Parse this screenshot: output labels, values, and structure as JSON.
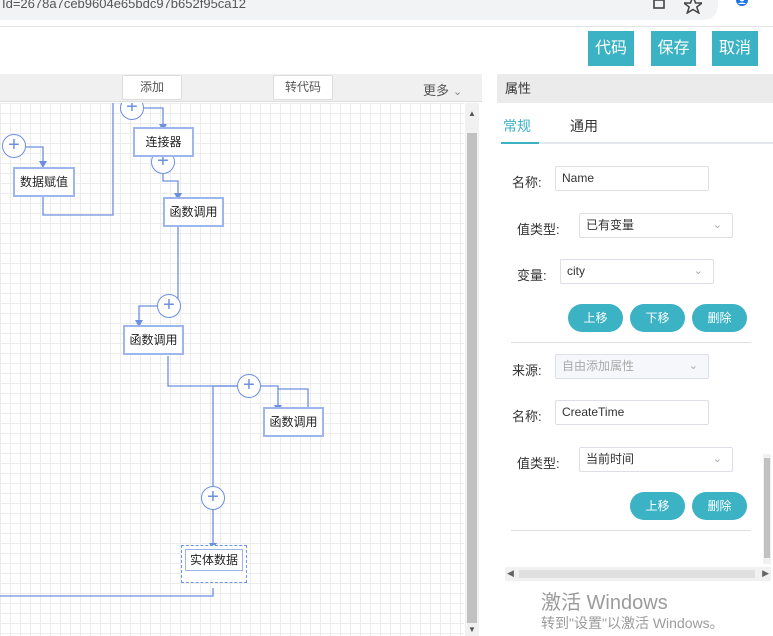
{
  "browser": {
    "url_fragment": "Id=2678a7ceb9604e65bdc97b652f95ca12",
    "icons": [
      "bookmark-icon",
      "star-icon",
      "profile-icon"
    ]
  },
  "top_buttons": {
    "code": "代码",
    "save": "保存",
    "cancel": "取消",
    "accent_color": "#3cb2c5"
  },
  "canvas": {
    "toolbar": {
      "add": "添加",
      "to_code": "转代码",
      "more": "更多"
    },
    "nodes": {
      "assign": "数据赋值",
      "connector": "连接器",
      "func1": "函数调用",
      "func2": "函数调用",
      "func3": "函数调用",
      "entity": "实体数据"
    },
    "plus_symbol": "+"
  },
  "panel": {
    "title": "属性",
    "tabs": [
      "常规",
      "通用"
    ],
    "section1": {
      "name_label": "名称:",
      "name_value": "Name",
      "value_type_label": "值类型:",
      "value_type_value": "已有变量",
      "variable_label": "变量:",
      "variable_value": "city",
      "btn_up": "上移",
      "btn_down": "下移",
      "btn_delete": "删除"
    },
    "section2": {
      "source_label": "来源:",
      "source_placeholder": "自由添加属性",
      "name_label": "名称:",
      "name_value": "CreateTime",
      "value_type_label": "值类型:",
      "value_type_value": "当前时间",
      "btn_up": "上移",
      "btn_delete": "删除"
    }
  },
  "watermark": {
    "line1": "激活 Windows",
    "line2": "转到\"设置\"以激活 Windows。"
  }
}
